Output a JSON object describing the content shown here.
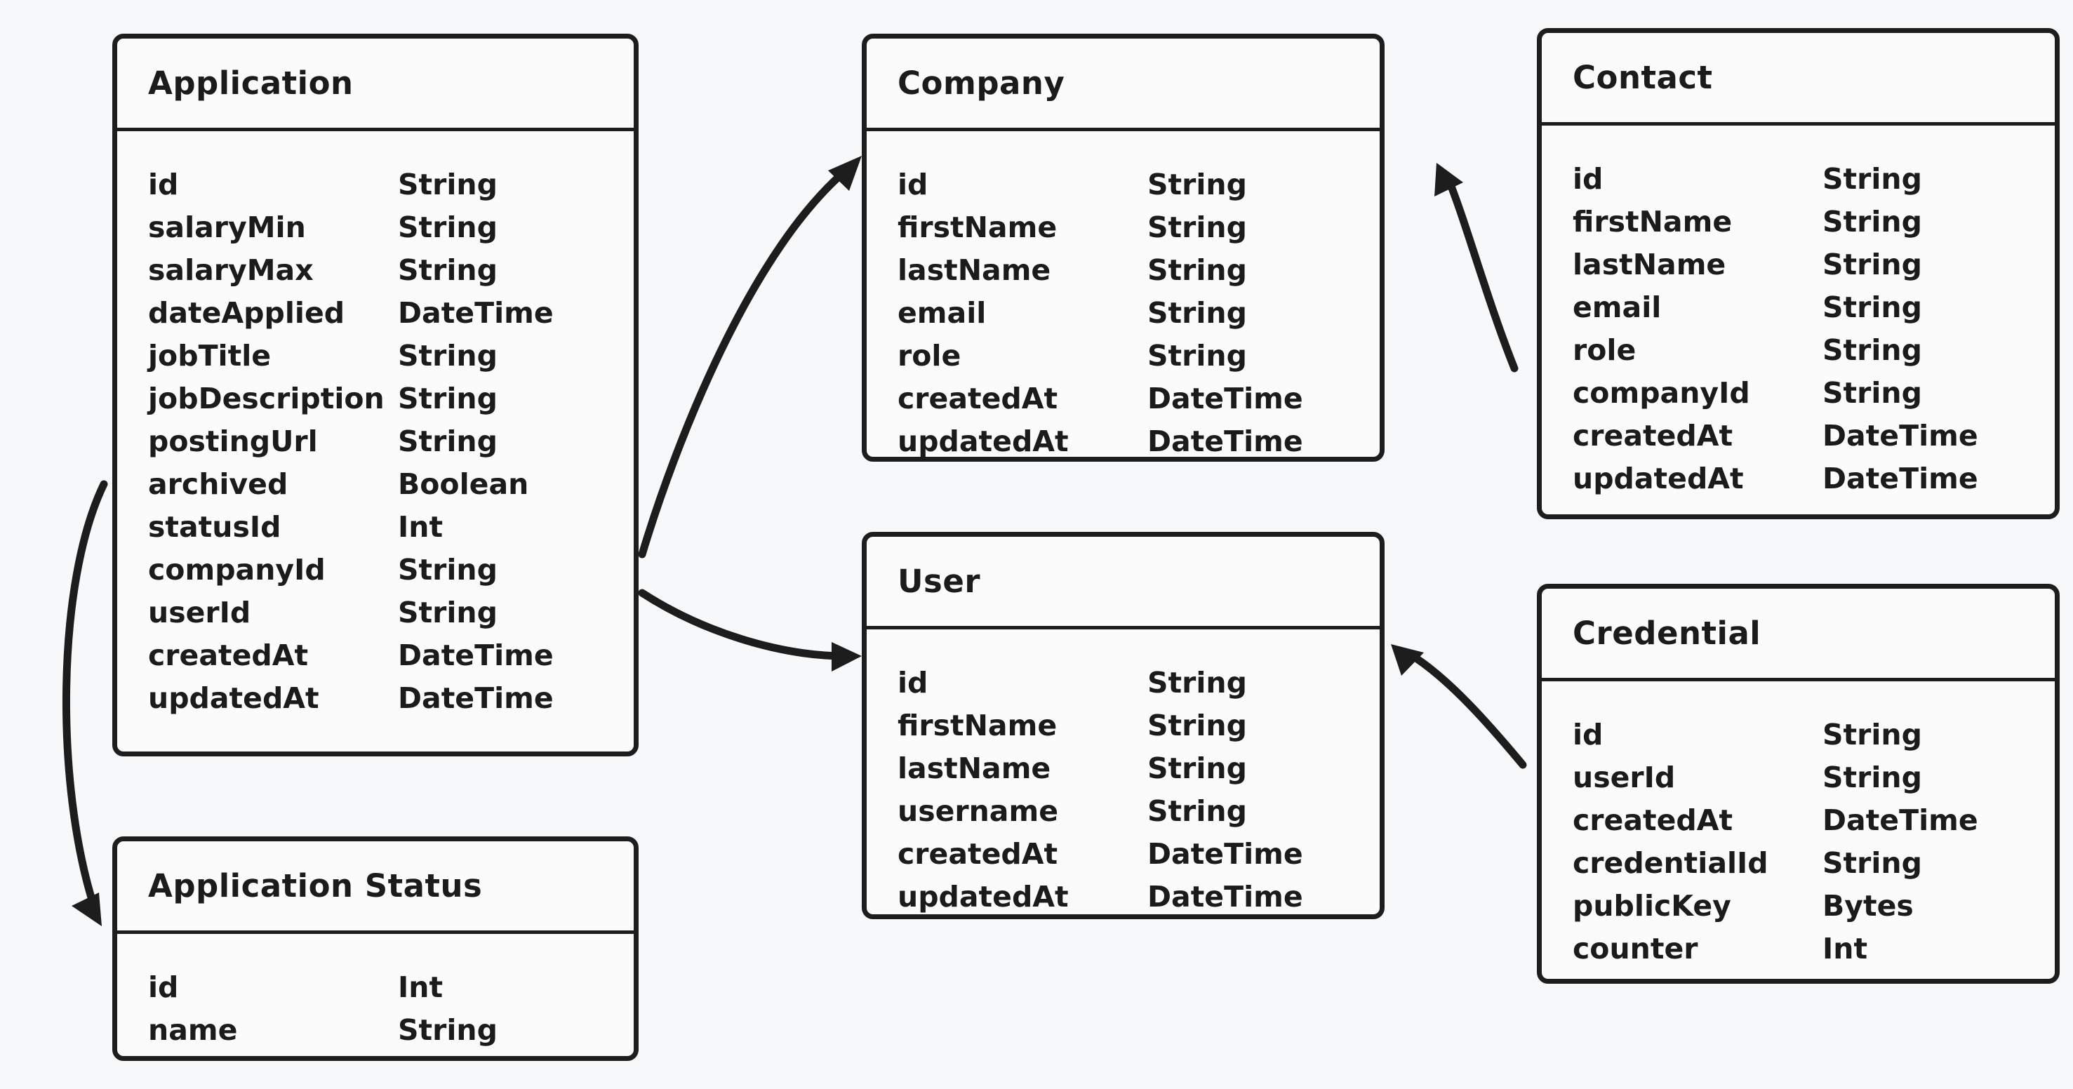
{
  "diagram": {
    "type": "entity-relationship-diagram",
    "background_color": "#f7f8f9",
    "stroke_color": "#1d1d1d",
    "entity_fill": "#fbfbfc"
  },
  "entities": [
    {
      "key": "application",
      "title": "Application",
      "fields": [
        {
          "name": "id",
          "type": "String"
        },
        {
          "name": "salaryMin",
          "type": "String"
        },
        {
          "name": "salaryMax",
          "type": "String"
        },
        {
          "name": "dateApplied",
          "type": "DateTime"
        },
        {
          "name": "jobTitle",
          "type": "String"
        },
        {
          "name": "jobDescription",
          "type": "String"
        },
        {
          "name": "postingUrl",
          "type": "String"
        },
        {
          "name": "archived",
          "type": "Boolean"
        },
        {
          "name": "statusId",
          "type": "Int"
        },
        {
          "name": "companyId",
          "type": "String"
        },
        {
          "name": "userId",
          "type": "String"
        },
        {
          "name": "createdAt",
          "type": "DateTime"
        },
        {
          "name": "updatedAt",
          "type": "DateTime"
        }
      ]
    },
    {
      "key": "application_status",
      "title": "Application Status",
      "fields": [
        {
          "name": "id",
          "type": "Int"
        },
        {
          "name": "name",
          "type": "String"
        }
      ]
    },
    {
      "key": "company",
      "title": "Company",
      "fields": [
        {
          "name": "id",
          "type": "String"
        },
        {
          "name": "firstName",
          "type": "String"
        },
        {
          "name": "lastName",
          "type": "String"
        },
        {
          "name": "email",
          "type": "String"
        },
        {
          "name": "role",
          "type": "String"
        },
        {
          "name": "createdAt",
          "type": "DateTime"
        },
        {
          "name": "updatedAt",
          "type": "DateTime"
        }
      ]
    },
    {
      "key": "user",
      "title": "User",
      "fields": [
        {
          "name": "id",
          "type": "String"
        },
        {
          "name": "firstName",
          "type": "String"
        },
        {
          "name": "lastName",
          "type": "String"
        },
        {
          "name": "username",
          "type": "String"
        },
        {
          "name": "createdAt",
          "type": "DateTime"
        },
        {
          "name": "updatedAt",
          "type": "DateTime"
        }
      ]
    },
    {
      "key": "contact",
      "title": "Contact",
      "fields": [
        {
          "name": "id",
          "type": "String"
        },
        {
          "name": "firstName",
          "type": "String"
        },
        {
          "name": "lastName",
          "type": "String"
        },
        {
          "name": "email",
          "type": "String"
        },
        {
          "name": "role",
          "type": "String"
        },
        {
          "name": "companyId",
          "type": "String"
        },
        {
          "name": "createdAt",
          "type": "DateTime"
        },
        {
          "name": "updatedAt",
          "type": "DateTime"
        }
      ]
    },
    {
      "key": "credential",
      "title": "Credential",
      "fields": [
        {
          "name": "id",
          "type": "String"
        },
        {
          "name": "userId",
          "type": "String"
        },
        {
          "name": "createdAt",
          "type": "DateTime"
        },
        {
          "name": "credentialId",
          "type": "String"
        },
        {
          "name": "publicKey",
          "type": "Bytes"
        },
        {
          "name": "counter",
          "type": "Int"
        }
      ]
    }
  ],
  "relationships": [
    {
      "from": "application",
      "to": "company",
      "label": ""
    },
    {
      "from": "application",
      "to": "user",
      "label": ""
    },
    {
      "from": "application",
      "to": "application_status",
      "label": ""
    },
    {
      "from": "contact",
      "to": "company",
      "label": ""
    },
    {
      "from": "credential",
      "to": "user",
      "label": ""
    }
  ]
}
